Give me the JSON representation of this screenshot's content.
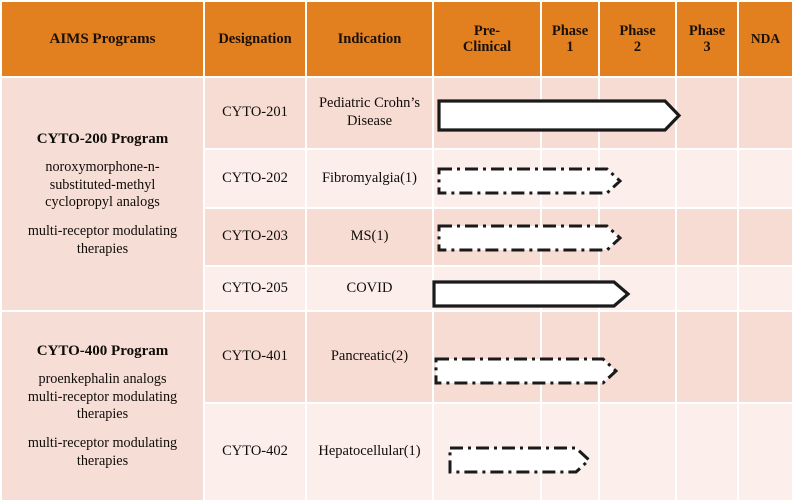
{
  "table": {
    "columns": [
      {
        "key": "programs",
        "label": "AIMS Programs"
      },
      {
        "key": "designation",
        "label": "Designation"
      },
      {
        "key": "indication",
        "label": "Indication"
      },
      {
        "key": "preclinical",
        "label": "Pre-\nClinical"
      },
      {
        "key": "phase1",
        "label": "Phase\n1"
      },
      {
        "key": "phase2",
        "label": "Phase\n2"
      },
      {
        "key": "phase3",
        "label": "Phase\n3"
      },
      {
        "key": "nda",
        "label": "NDA"
      }
    ],
    "header_labels": {
      "programs": "AIMS Programs",
      "designation": "Designation",
      "indication": "Indication",
      "preclinical_line1": "Pre-",
      "preclinical_line2": "Clinical",
      "phase1_line1": "Phase",
      "phase1_line2": "1",
      "phase2_line1": "Phase",
      "phase2_line2": "2",
      "phase3_line1": "Phase",
      "phase3_line2": "3",
      "nda": "NDA"
    },
    "programs": [
      {
        "title": "CYTO-200 Program",
        "description_lines": [
          "noroxymorphone-n-",
          "substituted-methyl",
          "cyclopropyl analogs"
        ],
        "subtitle_lines": [
          "multi-receptor modulating",
          "therapies"
        ]
      },
      {
        "title": "CYTO-400 Program",
        "description_lines": [
          "proenkephalin analogs",
          "multi-receptor modulating",
          "therapies"
        ],
        "subtitle_lines": [
          "multi-receptor modulating",
          "therapies"
        ]
      }
    ],
    "rows": [
      {
        "designation": "CYTO-201",
        "indication_line1": "Pediatric Crohn’s",
        "indication_line2": "Disease",
        "indication": "Pediatric Crohn’s Disease",
        "progress": {
          "start_stage": "preclinical",
          "end_stage": "phase3",
          "style": "solid"
        }
      },
      {
        "designation": "CYTO-202",
        "indication_line1": "Fibromyalgia(1)",
        "indication_line2": "",
        "indication": "Fibromyalgia(1)",
        "progress": {
          "start_stage": "preclinical",
          "end_stage": "phase2",
          "style": "dash-dot"
        }
      },
      {
        "designation": "CYTO-203",
        "indication_line1": "MS(1)",
        "indication_line2": "",
        "indication": "MS(1)",
        "progress": {
          "start_stage": "preclinical",
          "end_stage": "phase2",
          "style": "dash-dot"
        }
      },
      {
        "designation": "CYTO-205",
        "indication_line1": "COVID",
        "indication_line2": "",
        "indication": "COVID",
        "progress": {
          "start_stage": "preclinical",
          "end_stage": "phase2",
          "style": "solid"
        }
      },
      {
        "designation": "CYTO-401",
        "indication_line1": "Pancreatic(2)",
        "indication_line2": "",
        "indication": "Pancreatic(2)",
        "progress": {
          "start_stage": "preclinical",
          "end_stage": "phase2",
          "style": "dash-dot"
        }
      },
      {
        "designation": "CYTO-402",
        "indication_line1": "Hepatocellular(1)",
        "indication_line2": "",
        "indication": "Hepatocellular(1)",
        "progress": {
          "start_stage": "preclinical",
          "end_stage": "phase1",
          "style": "dash-dot"
        }
      }
    ]
  },
  "colors": {
    "header_orange": "#e2801f",
    "row_shade_dark": "#f7dcd4",
    "row_shade_light": "#fbeeeb",
    "program_column": "#f6ddd6",
    "grid_line": "#ffffff",
    "arrow_outline": "#1a1a1a",
    "arrow_fill": "#ffffff",
    "text": "#100c08"
  }
}
